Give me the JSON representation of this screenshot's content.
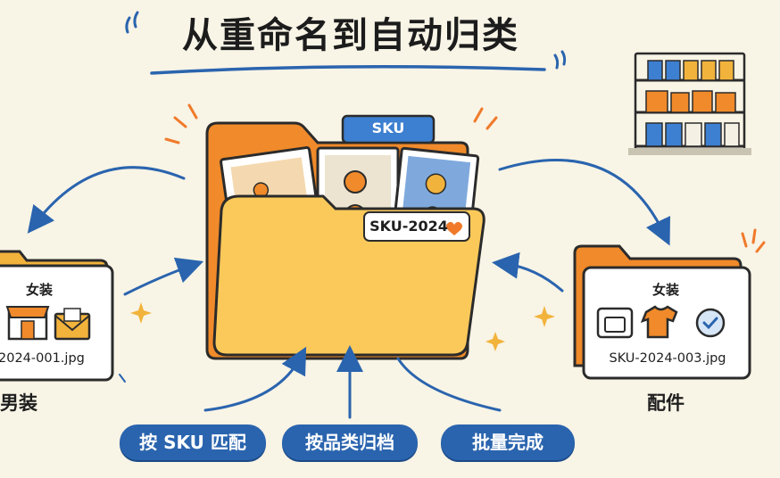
{
  "title": "从重命名到自动归类",
  "center_folder": {
    "tab_label": "SKU",
    "tag_label": "SKU-2024",
    "tag_icon": "heart-icon"
  },
  "left_folder": {
    "card_title": "女装",
    "filename": "2024-001.jpg",
    "caption": "男装"
  },
  "right_folder": {
    "card_title": "女装",
    "filename": "SKU-2024-003.jpg",
    "caption": "配件"
  },
  "buttons": [
    {
      "label": "按 SKU 匹配"
    },
    {
      "label": "按品类归档"
    },
    {
      "label": "批量完成"
    }
  ],
  "colors": {
    "background": "#f8f4e6",
    "folder_yellow": "#fbc95a",
    "folder_orange": "#f08a2a",
    "accent_blue": "#2a64ae",
    "spark_orange": "#f07a2a"
  }
}
